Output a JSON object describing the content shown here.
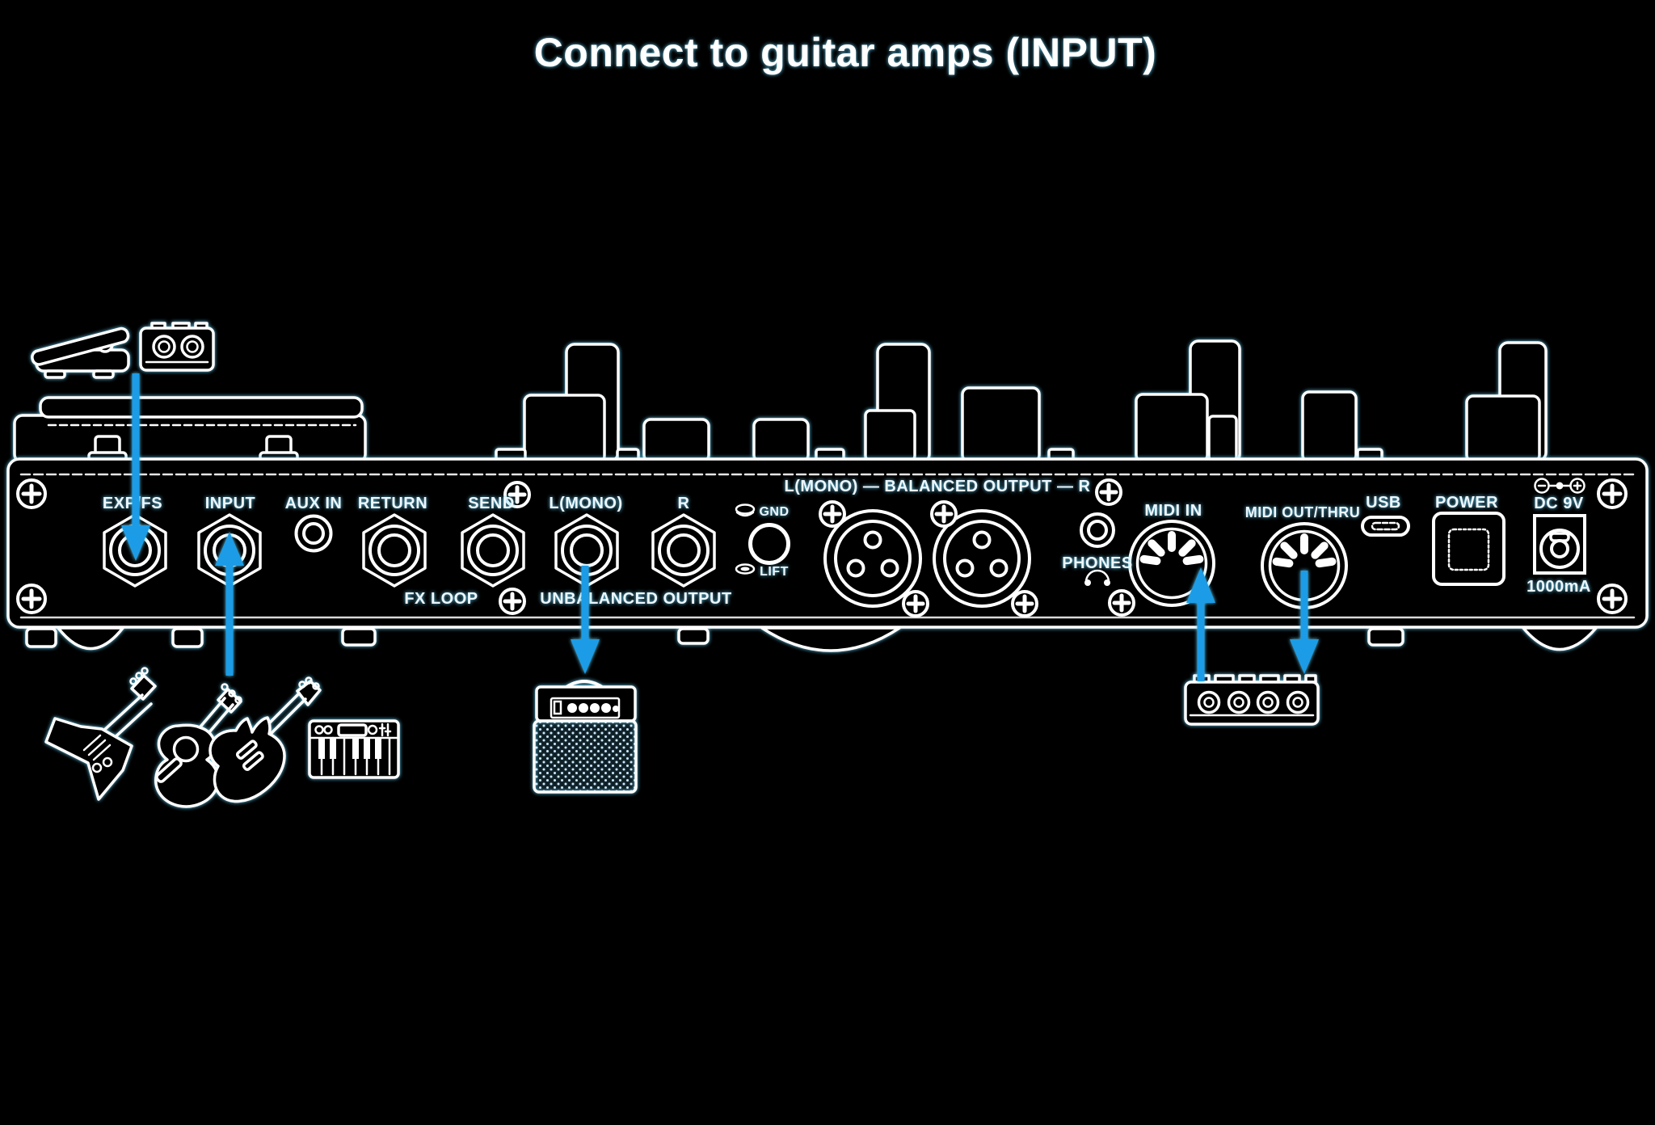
{
  "title": "Connect to guitar amps (INPUT)",
  "colors": {
    "background": "#000000",
    "line": "#ffffff",
    "accent_blue": "#1f9ce6"
  },
  "rear_panel": {
    "labels": {
      "exp_fs": "EXP/FS",
      "input": "INPUT",
      "aux_in": "AUX IN",
      "return": "RETURN",
      "send": "SEND",
      "fx_loop": "FX LOOP",
      "l_mono": "L(MONO)",
      "r": "R",
      "unbalanced_output": "UNBALANCED OUTPUT",
      "gnd": "GND",
      "lift": "LIFT",
      "balanced_output": "L(MONO) — BALANCED OUTPUT — R",
      "phones": "PHONES",
      "midi_in": "MIDI IN",
      "midi_out_thru": "MIDI OUT/THRU",
      "usb": "USB",
      "power": "POWER",
      "dc_9v": "DC 9V",
      "current": "1000mA"
    }
  },
  "icons": {
    "expression_pedal": "expression-pedal-icon",
    "footswitch": "footswitch-icon",
    "flying_v_guitar": "flying-v-guitar-icon",
    "acoustic_guitar": "acoustic-guitar-icon",
    "electric_guitar": "electric-guitar-icon",
    "keyboard": "keyboard-icon",
    "guitar_amp": "guitar-amp-icon",
    "midi_device": "midi-device-icon",
    "headphones": "headphones-icon",
    "power_polarity": "dc-polarity-icon"
  },
  "connections": [
    {
      "from": "expression-pedal / footswitch",
      "to": "EXP/FS",
      "arrow": "down-into-jack"
    },
    {
      "from": "guitars / keyboard",
      "to": "INPUT",
      "arrow": "up-into-jack"
    },
    {
      "from": "L(MONO) unbalanced output",
      "to": "guitar-amp",
      "arrow": "down-to-amp"
    },
    {
      "from": "midi-device",
      "to": "MIDI IN",
      "arrow": "up-into-jack"
    },
    {
      "from": "MIDI OUT/THRU",
      "to": "midi-device",
      "arrow": "down-to-device"
    }
  ]
}
